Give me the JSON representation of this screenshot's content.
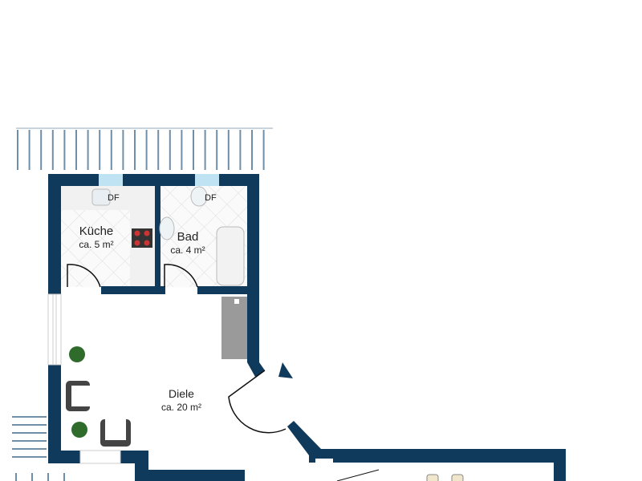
{
  "plan": {
    "wall_color": "#0f3a5c",
    "rooms": [
      {
        "name": "Küche",
        "area": "ca. 5 m²"
      },
      {
        "name": "Bad",
        "area": "ca. 4 m²"
      },
      {
        "name": "Diele",
        "area": "ca. 20 m²"
      }
    ],
    "fixtures": {
      "df_kitchen": "DF",
      "df_bath": "DF"
    }
  }
}
